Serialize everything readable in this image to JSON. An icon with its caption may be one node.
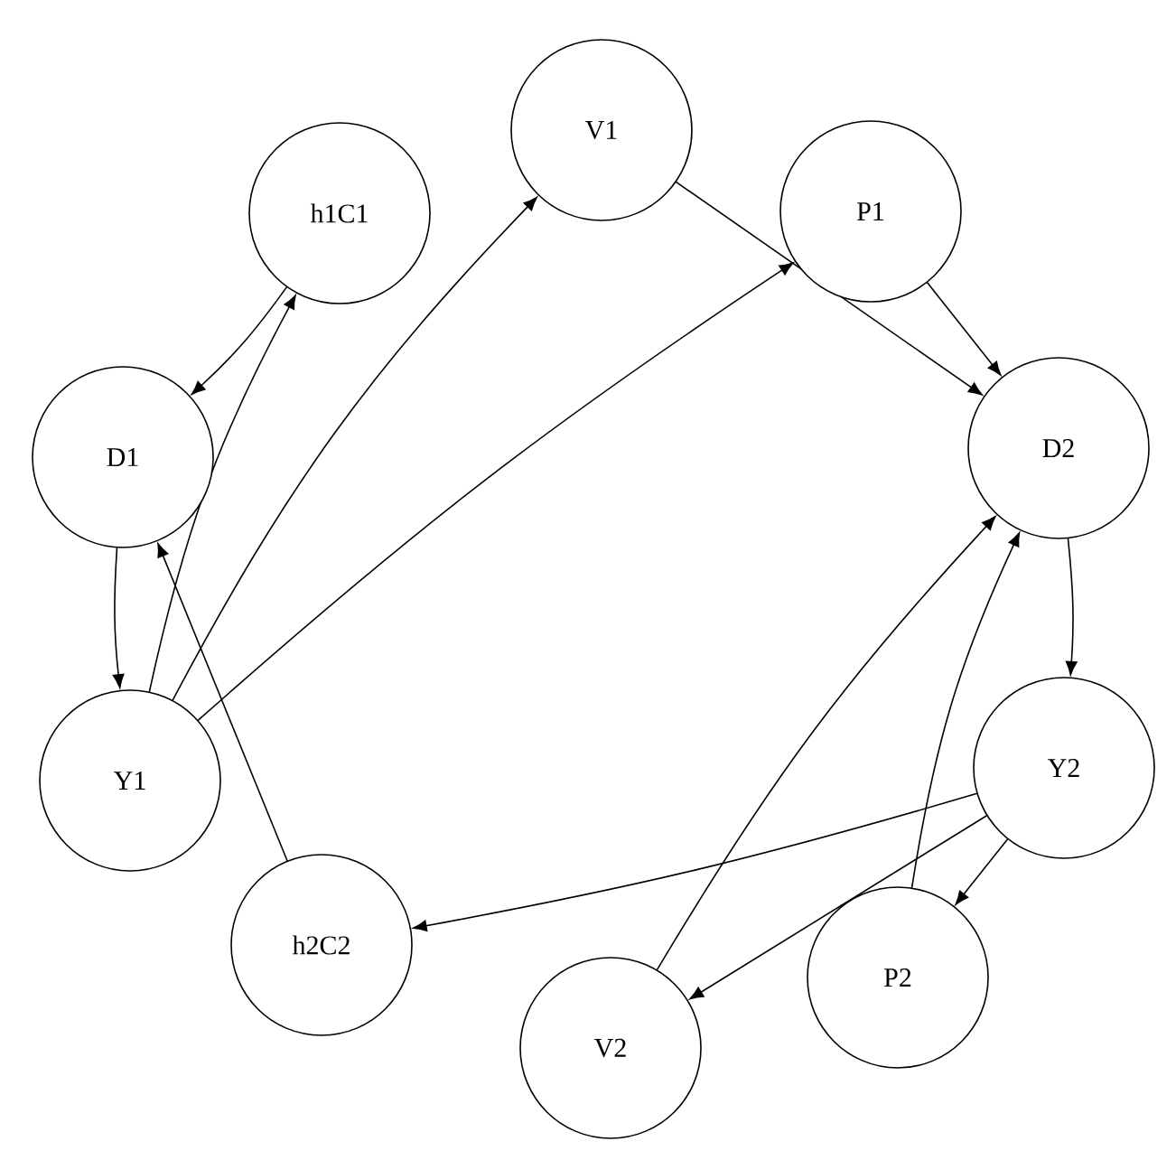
{
  "diagram": {
    "nodes": [
      {
        "text": [
          "V1"
        ]
      },
      {
        "text": [
          "h1C1"
        ]
      },
      {
        "text": [
          "P1"
        ]
      },
      {
        "text": [
          "D1"
        ]
      },
      {
        "text": [
          "D2"
        ]
      },
      {
        "text": [
          "Y1"
        ]
      },
      {
        "text": [
          "Y2"
        ]
      },
      {
        "text": [
          "h2C2"
        ]
      },
      {
        "text": [
          "P2"
        ]
      },
      {
        "text": [
          "V2"
        ]
      }
    ],
    "edges": [
      {
        "from": 1,
        "to": 3,
        "arrow": "to"
      },
      {
        "from": 5,
        "to": 1,
        "arrow": "to"
      },
      {
        "from": 3,
        "to": 5,
        "arrow": "to"
      },
      {
        "from": 5,
        "to": 0,
        "arrow": "to"
      },
      {
        "from": 5,
        "to": 2,
        "arrow": "to"
      },
      {
        "from": 7,
        "to": 3,
        "arrow": "to"
      },
      {
        "from": 0,
        "to": 4,
        "arrow": "to"
      },
      {
        "from": 2,
        "to": 4,
        "arrow": "to"
      },
      {
        "from": 4,
        "to": 6,
        "arrow": "to"
      },
      {
        "from": 6,
        "to": 7,
        "arrow": "to"
      },
      {
        "from": 6,
        "to": 8,
        "arrow": "to"
      },
      {
        "from": 6,
        "to": 9,
        "arrow": "to"
      },
      {
        "from": 8,
        "to": 4,
        "arrow": "to"
      },
      {
        "from": 9,
        "to": 4,
        "arrow": "to"
      }
    ]
  }
}
